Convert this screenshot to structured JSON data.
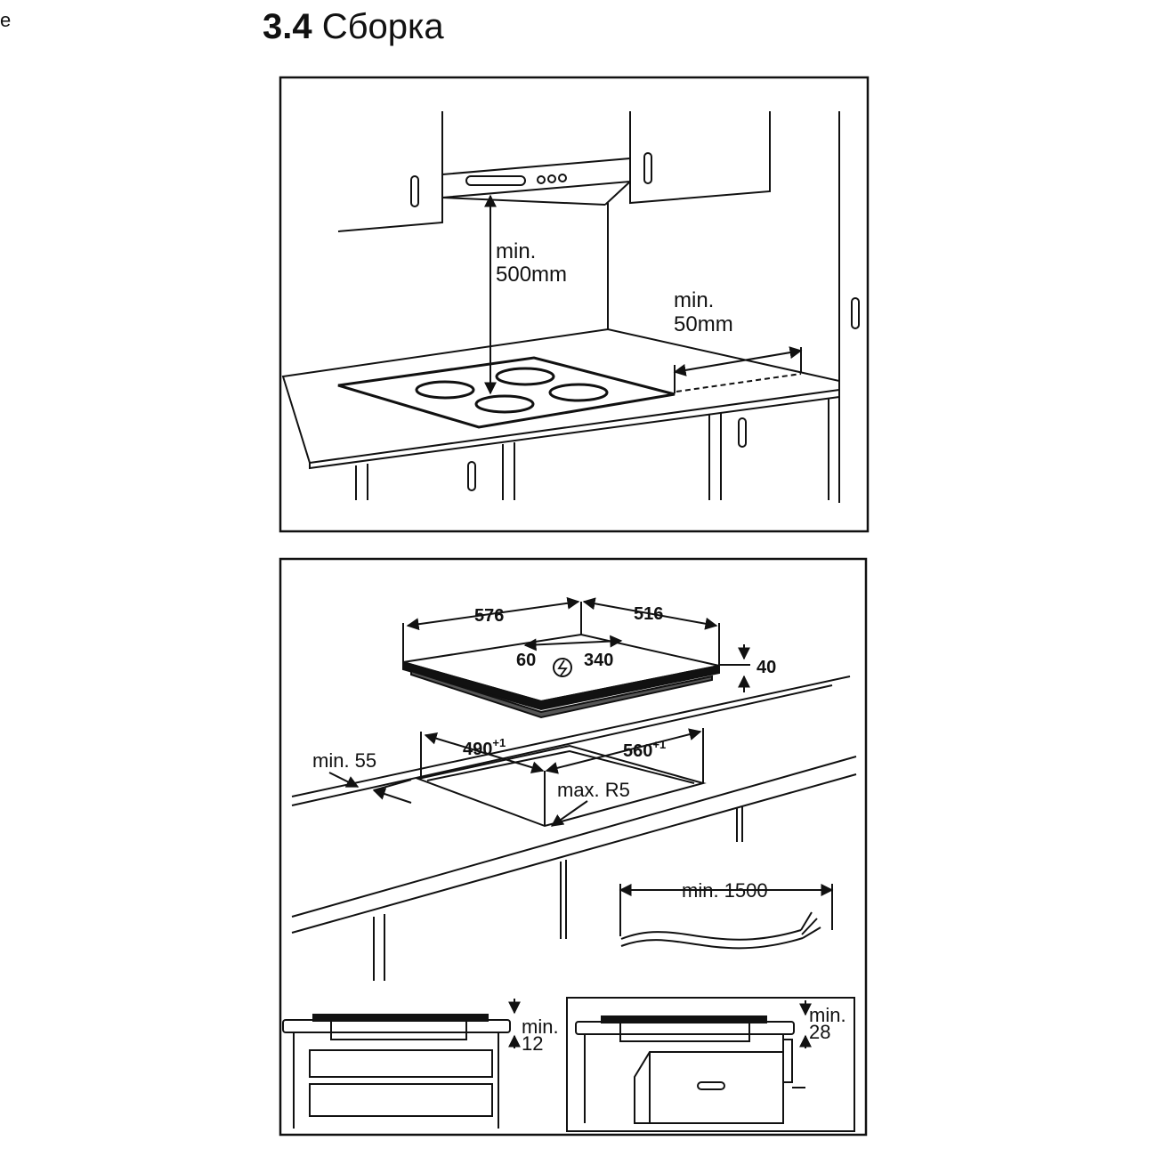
{
  "page": {
    "edge_char": "e",
    "section_number": "3.4",
    "section_title": "Сборка"
  },
  "figure_top": {
    "hood_clearance": {
      "line1": "min.",
      "line2": "500mm"
    },
    "side_clearance": {
      "line1": "min.",
      "line2": "50mm"
    }
  },
  "figure_bottom": {
    "hob_width": "576",
    "hob_depth": "516",
    "hob_height": "40",
    "cable_offset_a": "60",
    "cable_offset_b": "340",
    "cutout_depth": "490",
    "cutout_depth_tol": "+1",
    "cutout_width": "560",
    "cutout_width_tol": "+1",
    "front_min": "min. 55",
    "corner_radius": "max. R5",
    "cable_length": "min. 1500",
    "drawer_clearance": {
      "line1": "min.",
      "line2": "12"
    },
    "oven_clearance": {
      "line1": "min.",
      "line2": "28"
    }
  }
}
